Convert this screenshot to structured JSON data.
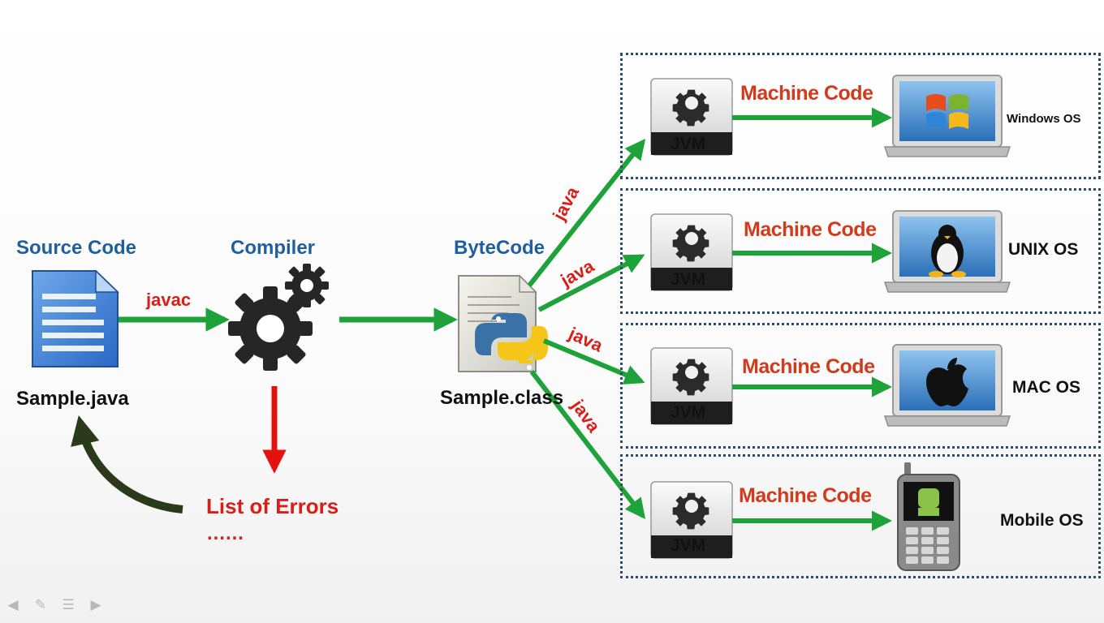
{
  "left": {
    "source_code_label": "Source Code",
    "compiler_label": "Compiler",
    "bytecode_label": "ByteCode",
    "source_file": "Sample.java",
    "class_file": "Sample.class",
    "javac_label": "javac",
    "errors_label": "List of Errors",
    "errors_dots": "……"
  },
  "edge_label": "java",
  "targets": [
    {
      "jvm": "JVM",
      "machine_code": "Machine Code",
      "os": "Windows OS",
      "device": "windows-laptop"
    },
    {
      "jvm": "JVM",
      "machine_code": "Machine Code",
      "os": "UNIX OS",
      "device": "linux-laptop"
    },
    {
      "jvm": "JVM",
      "machine_code": "Machine Code",
      "os": "MAC OS",
      "device": "mac-laptop"
    },
    {
      "jvm": "JVM",
      "machine_code": "Machine Code",
      "os": "Mobile OS",
      "device": "android-phone"
    }
  ],
  "colors": {
    "arrow_green": "#1ea23a",
    "arrow_red": "#e4120e",
    "feedback_arrow": "#2b3a1a",
    "title_blue": "#1f5f9f",
    "machine_code_red": "#d23a1c",
    "panel_border": "#2f4a66"
  },
  "nav_icons": [
    "prev-arrow-icon",
    "pen-icon",
    "menu-icon",
    "next-arrow-icon"
  ]
}
